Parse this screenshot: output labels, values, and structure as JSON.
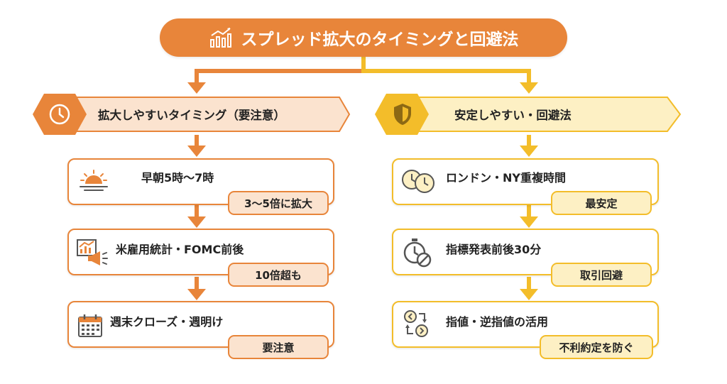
{
  "title": "スプレッド拡大のタイミングと回避法",
  "colors": {
    "orange": "#e8853a",
    "yellow": "#f3bd2a",
    "orange_light": "#fbe3cf",
    "yellow_light": "#fdf0c4"
  },
  "left": {
    "header": "拡大しやすいタイミング（要注意）",
    "header_icon": "clock-icon",
    "items": [
      {
        "title": "早朝5時〜7時",
        "badge": "3〜5倍に拡大",
        "icon": "sunrise-icon"
      },
      {
        "title": "米雇用統計・FOMC前後",
        "badge": "10倍超も",
        "icon": "chart-megaphone-icon"
      },
      {
        "title": "週末クローズ・週明け",
        "badge": "要注意",
        "icon": "calendar-icon"
      }
    ]
  },
  "right": {
    "header": "安定しやすい・回避法",
    "header_icon": "shield-icon",
    "items": [
      {
        "title": "ロンドン・NY重複時間",
        "badge": "最安定",
        "icon": "two-clocks-icon"
      },
      {
        "title": "指標発表前後30分",
        "badge": "取引回避",
        "icon": "stopwatch-prohibited-icon"
      },
      {
        "title": "指値・逆指値の活用",
        "badge": "不利約定を防ぐ",
        "icon": "order-arrows-icon"
      }
    ]
  }
}
